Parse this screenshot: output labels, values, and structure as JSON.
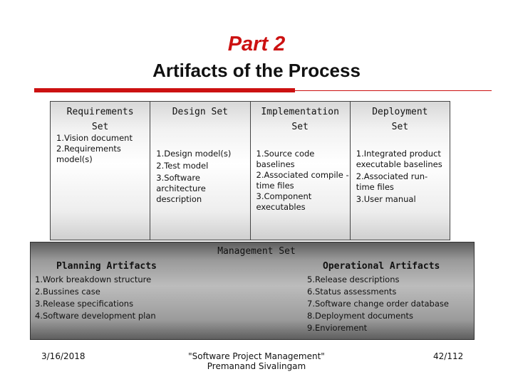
{
  "slide": {
    "part": "Part 2",
    "title": "Artifacts of the Process"
  },
  "sets": [
    {
      "heading": [
        "Requirements",
        "Set"
      ],
      "items": [
        "1.Vision document",
        "2.Requirements model(s)"
      ]
    },
    {
      "heading": [
        "Design Set"
      ],
      "items": [
        "1.Design model(s)",
        "2.Test model",
        "3.Software architecture description"
      ]
    },
    {
      "heading": [
        "Implementation",
        "Set"
      ],
      "items": [
        "1.Source code baselines",
        "2.Associated compile -time files",
        "3.Component executables"
      ]
    },
    {
      "heading": [
        "Deployment",
        "Set"
      ],
      "items": [
        "1.Integrated product executable baselines",
        "2.Associated run-time files",
        "3.User manual"
      ]
    }
  ],
  "management": {
    "title": "Management Set",
    "planning": {
      "heading": "Planning Artifacts",
      "items": [
        "1.Work breakdown structure",
        "2.Bussines case",
        "3.Release specifications",
        "4.Software development plan"
      ]
    },
    "operational": {
      "heading": "Operational Artifacts",
      "items": [
        "5.Release descriptions",
        "6.Status assessments",
        "7.Software change order database",
        "8.Deployment documents",
        "9.Enviorement"
      ]
    }
  },
  "footer": {
    "date": "3/16/2018",
    "course_line1": "\"Software Project Management\"",
    "course_line2": "Premanand Sivalingam",
    "page": "42/112"
  },
  "colors": {
    "accent": "#cc1111"
  }
}
